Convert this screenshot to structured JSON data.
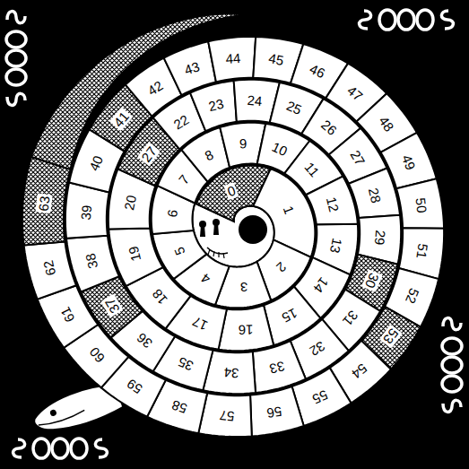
{
  "diagram": {
    "nodes": [
      {
        "text": [
          "0"
        ]
      },
      {
        "text": [
          "1"
        ]
      },
      {
        "text": [
          "2"
        ]
      },
      {
        "text": [
          "3"
        ]
      },
      {
        "text": [
          "4"
        ]
      },
      {
        "text": [
          "5"
        ]
      },
      {
        "text": [
          "6"
        ]
      },
      {
        "text": [
          "7"
        ]
      },
      {
        "text": [
          "8"
        ]
      },
      {
        "text": [
          "9"
        ]
      },
      {
        "text": [
          "10"
        ]
      },
      {
        "text": [
          "11"
        ]
      },
      {
        "text": [
          "12"
        ]
      },
      {
        "text": [
          "13"
        ]
      },
      {
        "text": [
          "14"
        ]
      },
      {
        "text": [
          "15"
        ]
      },
      {
        "text": [
          "16"
        ]
      },
      {
        "text": [
          "17"
        ]
      },
      {
        "text": [
          "18"
        ]
      },
      {
        "text": [
          "19"
        ]
      },
      {
        "text": [
          "20"
        ]
      },
      {
        "text": [
          "27"
        ]
      },
      {
        "text": [
          "22"
        ]
      },
      {
        "text": [
          "23"
        ]
      },
      {
        "text": [
          "24"
        ]
      },
      {
        "text": [
          "25"
        ]
      },
      {
        "text": [
          "26"
        ]
      },
      {
        "text": [
          "27"
        ]
      },
      {
        "text": [
          "28"
        ]
      },
      {
        "text": [
          "29"
        ]
      },
      {
        "text": [
          "30"
        ]
      },
      {
        "text": [
          "31"
        ]
      },
      {
        "text": [
          "32"
        ]
      },
      {
        "text": [
          "33"
        ]
      },
      {
        "text": [
          "34"
        ]
      },
      {
        "text": [
          "35"
        ]
      },
      {
        "text": [
          "36"
        ]
      },
      {
        "text": [
          "37"
        ]
      },
      {
        "text": [
          "38"
        ]
      },
      {
        "text": [
          "39"
        ]
      },
      {
        "text": [
          "40"
        ]
      },
      {
        "text": [
          "41"
        ]
      },
      {
        "text": [
          "42"
        ]
      },
      {
        "text": [
          "43"
        ]
      },
      {
        "text": [
          "44"
        ]
      },
      {
        "text": [
          "45"
        ]
      },
      {
        "text": [
          "46"
        ]
      },
      {
        "text": [
          "47"
        ]
      },
      {
        "text": [
          "48"
        ]
      },
      {
        "text": [
          "49"
        ]
      },
      {
        "text": [
          "50"
        ]
      },
      {
        "text": [
          "51"
        ]
      },
      {
        "text": [
          "52"
        ]
      },
      {
        "text": [
          "53"
        ]
      },
      {
        "text": [
          "54"
        ]
      },
      {
        "text": [
          "55"
        ]
      },
      {
        "text": [
          "56"
        ]
      },
      {
        "text": [
          "57"
        ]
      },
      {
        "text": [
          "58"
        ]
      },
      {
        "text": [
          "59"
        ]
      },
      {
        "text": [
          "60"
        ]
      },
      {
        "text": [
          "61"
        ]
      },
      {
        "text": [
          "62"
        ]
      },
      {
        "text": [
          "63"
        ]
      }
    ]
  }
}
